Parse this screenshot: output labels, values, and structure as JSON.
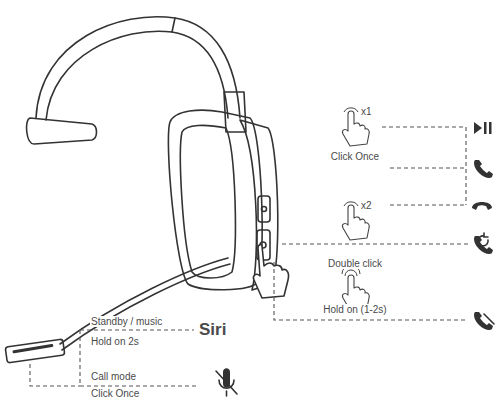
{
  "diagram": {
    "labels": [
      "x1",
      "Click Once",
      "x2",
      "Double click",
      "Hold on (1-2s)",
      "Standby / music",
      "Hold on 2s",
      "Siri",
      "Call mode",
      "Click Once"
    ]
  }
}
